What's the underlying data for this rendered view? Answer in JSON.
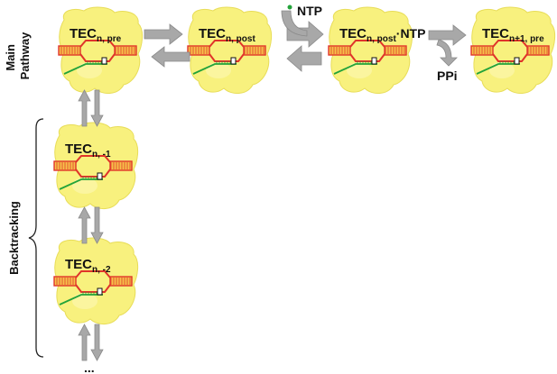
{
  "sections": {
    "main": "Main Pathway",
    "main_line1": "Main",
    "main_line2": "Pathway",
    "backtracking": "Backtracking"
  },
  "states": [
    {
      "id": "pre",
      "main": "TEC",
      "sub": "n, pre"
    },
    {
      "id": "post",
      "main": "TEC",
      "sub": "n, post"
    },
    {
      "id": "ntp",
      "main": "TEC",
      "sub": "n, post",
      "suffix": "·NTP"
    },
    {
      "id": "next",
      "main": "TEC",
      "sub": "n+1, pre"
    },
    {
      "id": "bt1",
      "main": "TEC",
      "sub": "n, -1"
    },
    {
      "id": "bt2",
      "main": "TEC",
      "sub": "n, -2"
    }
  ],
  "inputs": {
    "ntp": "NTP",
    "ppi": "PPi"
  },
  "continuation": "...",
  "colors": {
    "blob": "#f8f17e",
    "blob_edge": "#e8dd58",
    "dna": "#e0342a",
    "dna_fill": "#f6c24a",
    "rna": "#23a33a",
    "arrow": "#a8a8a8",
    "arrow_edge": "#8a8a8a"
  }
}
